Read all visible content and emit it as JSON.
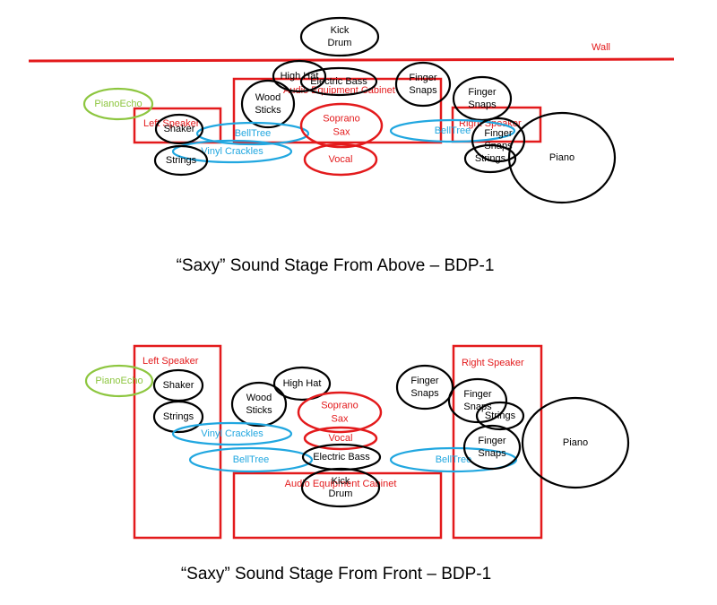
{
  "colors": {
    "instrument": "#000000",
    "speaker": "#e31a1c",
    "vocal": "#e31a1c",
    "effect": "#21a7e0",
    "echo": "#8dc63f",
    "wall": "#e31a1c",
    "background": "#ffffff"
  },
  "top_view": {
    "caption": "“Saxy” Sound Stage From Above – BDP-1",
    "wall_label": "Wall",
    "speakers": {
      "left": "Left Speaker",
      "right": "Right Speaker",
      "cabinet": "Audio Equipment  Cabinet"
    },
    "instruments": {
      "kick_drum": [
        "Kick",
        "Drum"
      ],
      "high_hat": [
        "High Hat"
      ],
      "electric_bass": [
        "Electric Bass"
      ],
      "wood_sticks": [
        "Wood",
        "Sticks"
      ],
      "finger_snaps_a": [
        "Finger",
        "Snaps"
      ],
      "finger_snaps_b": [
        "Finger",
        "Snaps"
      ],
      "finger_snaps_c": [
        "Finger",
        "Snaps"
      ],
      "shaker": [
        "Shaker"
      ],
      "strings_left": [
        "Strings"
      ],
      "strings_right": [
        "Strings"
      ],
      "piano": [
        "Piano"
      ]
    },
    "vocals": {
      "soprano_sax": [
        "Soprano",
        "Sax"
      ],
      "vocal": [
        "Vocal"
      ]
    },
    "effects": {
      "bell_tree_left": "BellTree",
      "bell_tree_right": "BellTree",
      "vinyl_crackles": "Vinyl Crackles",
      "piano_echo": "PianoEcho"
    }
  },
  "front_view": {
    "caption": "“Saxy” Sound Stage From Front – BDP-1",
    "speakers": {
      "left": "Left Speaker",
      "right": "Right Speaker",
      "cabinet": "Audio Equipment Cabinet"
    },
    "instruments": {
      "shaker": [
        "Shaker"
      ],
      "strings_left": [
        "Strings"
      ],
      "wood_sticks": [
        "Wood",
        "Sticks"
      ],
      "high_hat": [
        "High Hat"
      ],
      "electric_bass": [
        "Electric Bass"
      ],
      "kick_drum": [
        "Kick",
        "Drum"
      ],
      "finger_snaps_a": [
        "Finger",
        "Snaps"
      ],
      "finger_snaps_b": [
        "Finger",
        "Snaps"
      ],
      "finger_snaps_c": [
        "Finger",
        "Snaps"
      ],
      "strings_right": [
        "Strings"
      ],
      "piano": [
        "Piano"
      ]
    },
    "vocals": {
      "soprano_sax": [
        "Soprano",
        "Sax"
      ],
      "vocal": [
        "Vocal"
      ]
    },
    "effects": {
      "vinyl_crackles": "Vinyl Crackles",
      "bell_tree_left": "BellTree",
      "bell_tree_right": "BellTree",
      "piano_echo": "PianoEcho"
    }
  }
}
